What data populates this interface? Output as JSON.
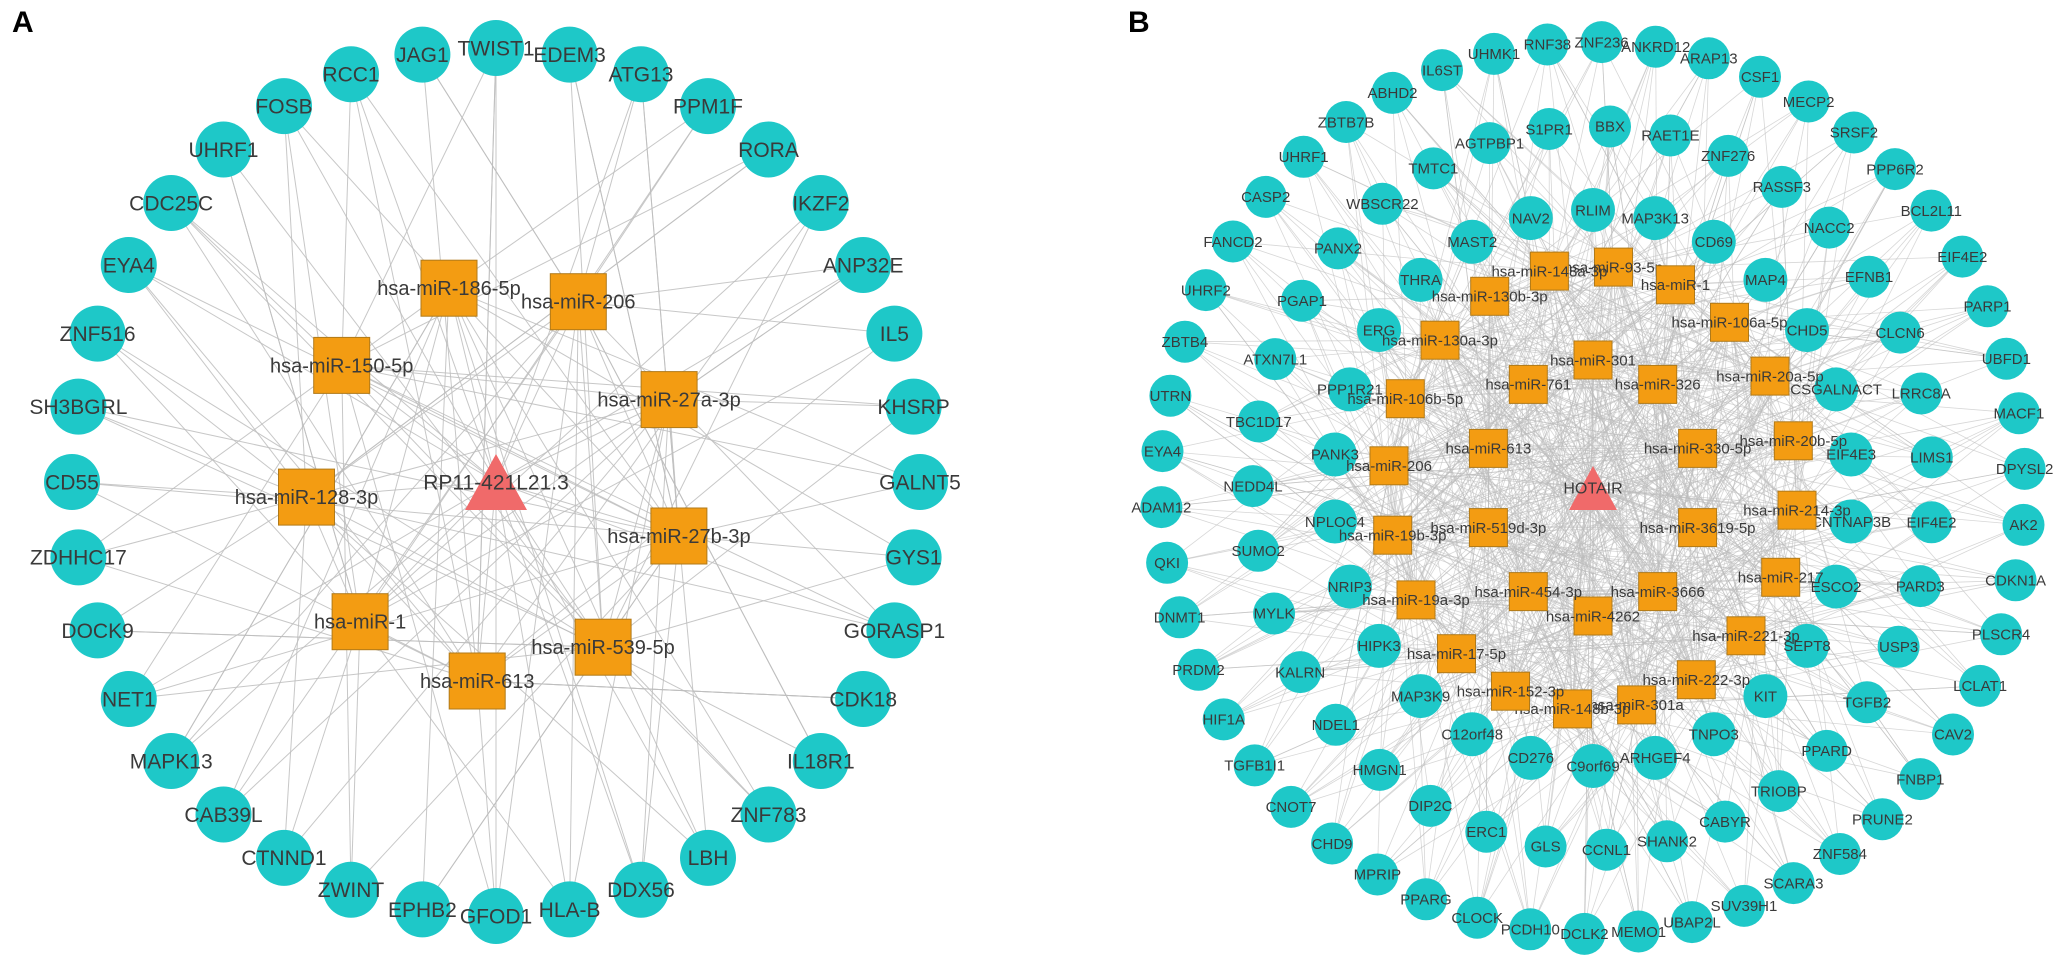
{
  "colors": {
    "gene_node": "#1ec8c8",
    "mirna_node": "#f39c12",
    "mirna_stroke": "#b07a1a",
    "lncrna_node": "#f06a6a",
    "edge": "#bdbdbd",
    "label": "#3a3a3a"
  },
  "panels": [
    {
      "letter": "A",
      "lncrna": "RP11-421L21.3",
      "mirnas": [
        "hsa-miR-186-5p",
        "hsa-miR-206",
        "hsa-miR-27a-3p",
        "hsa-miR-27b-3p",
        "hsa-miR-539-5p",
        "hsa-miR-613",
        "hsa-miR-1",
        "hsa-miR-128-3p",
        "hsa-miR-150-5p"
      ],
      "genes": [
        "TWIST1",
        "EDEM3",
        "ATG13",
        "PPM1F",
        "RORA",
        "IKZF2",
        "ANP32E",
        "IL5",
        "KHSRP",
        "GALNT5",
        "GYS1",
        "GORASP1",
        "CDK18",
        "IL18R1",
        "ZNF783",
        "LBH",
        "DDX56",
        "HLA-B",
        "GFOD1",
        "EPHB2",
        "ZWINT",
        "CTNND1",
        "CAB39L",
        "MAPK13",
        "NET1",
        "DOCK9",
        "ZDHHC17",
        "CD55",
        "SH3BGRL",
        "ZNF516",
        "EYA4",
        "CDC25C",
        "UHRF1",
        "FOSB",
        "RCC1",
        "JAG1"
      ]
    },
    {
      "letter": "B",
      "lncrna": "HOTAIR",
      "mirnas": [
        "hsa-miR-301",
        "hsa-miR-326",
        "hsa-miR-330-5p",
        "hsa-miR-3619-5p",
        "hsa-miR-3666",
        "hsa-miR-4262",
        "hsa-miR-454-3p",
        "hsa-miR-519d-3p",
        "hsa-miR-613",
        "hsa-miR-761",
        "hsa-miR-93-5p",
        "hsa-miR-1",
        "hsa-miR-106a-5p",
        "hsa-miR-20a-5p",
        "hsa-miR-20b-5p",
        "hsa-miR-214-3p",
        "hsa-miR-217",
        "hsa-miR-221-3p",
        "hsa-miR-222-3p",
        "hsa-miR-301a",
        "hsa-miR-148b-3p",
        "hsa-miR-152-3p",
        "hsa-miR-17-5p",
        "hsa-miR-19a-3p",
        "hsa-miR-19b-3p",
        "hsa-miR-206",
        "hsa-miR-106b-5p",
        "hsa-miR-130a-3p",
        "hsa-miR-130b-3p",
        "hsa-miR-148a-3p"
      ],
      "inner_genes": [
        "RLIM",
        "MAP3K13",
        "CD69",
        "MAP4",
        "CHD5",
        "CSGALNACT",
        "EIF4E3",
        "CNTNAP3B",
        "ESCO2",
        "SEPT8",
        "KIT",
        "TNPO3",
        "ARHGEF4",
        "C9orf69",
        "CD276",
        "C12orf48",
        "MAP3K9",
        "HIPK3",
        "NRIP3",
        "NPLOC4",
        "PANK3",
        "PPP1R21",
        "ERG",
        "THRA",
        "MAST2",
        "NAV2"
      ],
      "mid_genes": [
        "BBX",
        "RAET1E",
        "ZNF276",
        "RASSF3",
        "NACC2",
        "EFNB1",
        "CLCN6",
        "LRRC8A",
        "LIMS1",
        "EIF4E2",
        "PARD3",
        "USP3",
        "TGFB2",
        "PPARD",
        "TRIOBP",
        "CABYR",
        "SHANK2",
        "CCNL1",
        "GLS",
        "ERC1",
        "DIP2C",
        "HMGN1",
        "NDEL1",
        "KALRN",
        "MYLK",
        "SUMO2",
        "NEDD4L",
        "TBC1D17",
        "ATXN7L1",
        "PGAP1",
        "PANX2",
        "WBSCR22",
        "TMTC1",
        "AGTPBP1",
        "S1PR1"
      ],
      "outer_genes": [
        "ZNF236",
        "ANKRD12",
        "ARAP13",
        "CSF1",
        "MECP2",
        "SRSF2",
        "PPP6R2",
        "BCL2L11",
        "EIF4E2",
        "PARP1",
        "UBFD1",
        "MACF1",
        "DPYSL2",
        "AK2",
        "CDKN1A",
        "PLSCR4",
        "LCLAT1",
        "CAV2",
        "FNBP1",
        "PRUNE2",
        "ZNF584",
        "SCARA3",
        "SUV39H1",
        "UBAP2L",
        "MEMO1",
        "DCLK2",
        "PCDH10",
        "CLOCK",
        "PPARG",
        "MPRIP",
        "CHD9",
        "CNOT7",
        "TGFB1I1",
        "HIF1A",
        "PRDM2",
        "DNMT1",
        "QKI",
        "ADAM12",
        "EYA4",
        "UTRN",
        "ZBTB4",
        "UHRF2",
        "FANCD2",
        "CASP2",
        "UHRF1",
        "ZBTB7B",
        "ABHD2",
        "IL6ST",
        "UHMK1",
        "RNF38"
      ]
    }
  ]
}
